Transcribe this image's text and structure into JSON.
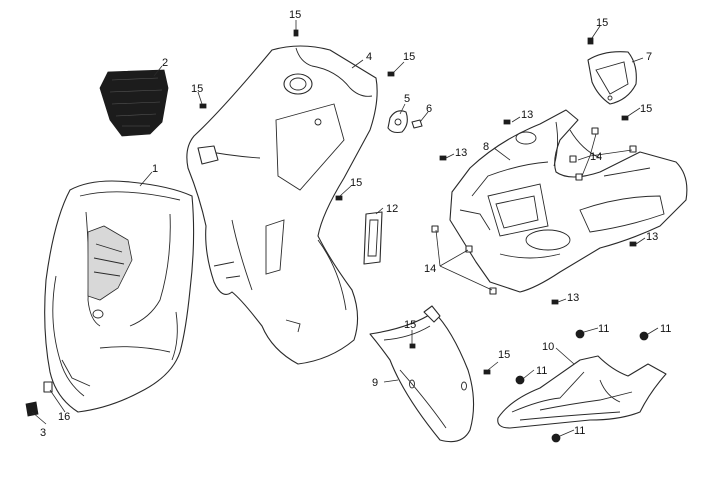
{
  "callouts": [
    {
      "key": "c1",
      "text": "1"
    },
    {
      "key": "c2",
      "text": "2"
    },
    {
      "key": "c3",
      "text": "3"
    },
    {
      "key": "c4",
      "text": "4"
    },
    {
      "key": "c5",
      "text": "5"
    },
    {
      "key": "c6",
      "text": "6"
    },
    {
      "key": "c7",
      "text": "7"
    },
    {
      "key": "c8",
      "text": "8"
    },
    {
      "key": "c9",
      "text": "9"
    },
    {
      "key": "c10",
      "text": "10"
    },
    {
      "key": "c11",
      "text": "11"
    },
    {
      "key": "c12",
      "text": "12"
    },
    {
      "key": "c13",
      "text": "13"
    },
    {
      "key": "c14",
      "text": "14"
    },
    {
      "key": "c15",
      "text": "15"
    },
    {
      "key": "c16",
      "text": "16"
    }
  ],
  "labels": {
    "n1": "1",
    "n2": "2",
    "n3": "3",
    "n4": "4",
    "n5": "5",
    "n6": "6",
    "n7": "7",
    "n8": "8",
    "n9": "9",
    "n10": "10",
    "n11": "11",
    "n12": "12",
    "n13": "13",
    "n14": "14",
    "n15": "15",
    "n16": "16"
  },
  "colors": {
    "line": "#2a2a2a",
    "mesh": "#1c1c1c",
    "background": "#ffffff"
  }
}
